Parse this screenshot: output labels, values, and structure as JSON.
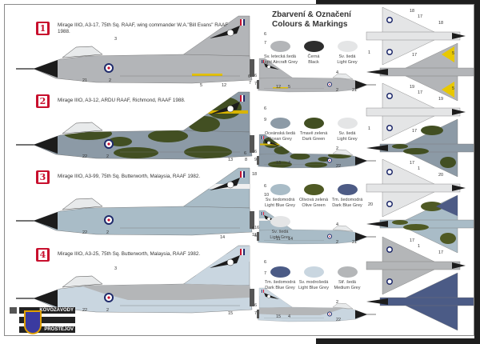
{
  "heading": {
    "line1": "Zbarvení & Označení",
    "line2": "Colours & Markings"
  },
  "logo": {
    "top": "KOVOZÁVODY",
    "bottom": "PROSTĚJOV"
  },
  "schemes": [
    {
      "number": "1",
      "caption": "Mirage IIIO, A3-17, 75th Sq. RAAF, wing commander W.A.\"Bill Evans\" RAAF 1988.",
      "serial": "A3-17",
      "colors": [
        {
          "cz": "Sv. letecká šedá",
          "en": "Light Aircraft Grey",
          "hex": "#b3b5b8"
        },
        {
          "cz": "Černá",
          "en": "Black",
          "hex": "#2e2e2e"
        },
        {
          "cz": "Sv. šedá",
          "en": "Light Grey",
          "hex": "#e4e5e6"
        }
      ],
      "callouts": [
        "3",
        "21",
        "2",
        "5",
        "12",
        "6",
        "7",
        "6",
        "7"
      ],
      "small_callouts": [
        "6",
        "7",
        "12",
        "5",
        "4",
        "2",
        "21"
      ],
      "top_callouts": [
        "18",
        "17",
        "18",
        "1",
        "17",
        "5",
        "5"
      ]
    },
    {
      "number": "2",
      "caption": "Mirage IIIO, A3-12, ARDU RAAF, Richmond, RAAF 1988.",
      "serial": "A3-12",
      "colors": [
        {
          "cz": "Oceánská šedá",
          "en": "Ocean Grey",
          "hex": "#8c9aa6"
        },
        {
          "cz": "Tmavě zelená",
          "en": "Dark Green",
          "hex": "#424f22"
        },
        {
          "cz": "Sv. šedá",
          "en": "Light Grey",
          "hex": "#e4e5e6"
        }
      ],
      "callouts": [
        "22",
        "2",
        "13",
        "6",
        "8",
        "6",
        "9"
      ],
      "small_callouts": [
        "6",
        "9",
        "13",
        "4",
        "2",
        "22"
      ],
      "top_callouts": [
        "19",
        "17",
        "19",
        "1",
        "17"
      ]
    },
    {
      "number": "3",
      "caption": "Mirage IIIO, A3-99, 75th Sq. Butterworth, Malaysia, RAAF 1982.",
      "serial": "A3-99",
      "colors": [
        {
          "cz": "Sv. šedomodrá",
          "en": "Light Blue Grey",
          "hex": "#a9bcc7"
        },
        {
          "cz": "Olivová zelená",
          "en": "Olive Green",
          "hex": "#4f5a24"
        },
        {
          "cz": "Tm. šedomodrá",
          "en": "Dark Blue Grey",
          "hex": "#4d5b85"
        },
        {
          "cz": "Sv. šedá",
          "en": "Light Grey",
          "hex": "#e4e5e6"
        }
      ],
      "callouts": [
        "22",
        "2",
        "14",
        "6",
        "11",
        "18",
        "6",
        "10"
      ],
      "small_callouts": [
        "16",
        "6",
        "11",
        "14",
        "4",
        "2",
        "21"
      ],
      "top_callouts": [
        "17",
        "1",
        "20",
        "20"
      ]
    },
    {
      "number": "4",
      "caption": "Mirage IIIO, A3-25, 75th Sq. Butterworth, Malaysia,  RAAF 1982.",
      "serial": "A3-25",
      "colors": [
        {
          "cz": "Tm. šedomodrá",
          "en": "Dark Blue Grey",
          "hex": "#4b5b86"
        },
        {
          "cz": "Sv. modrošedá",
          "en": "Light Blue Grey",
          "hex": "#c9d6e0"
        },
        {
          "cz": "Stř. šedá",
          "en": "Medium Grey",
          "hex": "#b4b6b8"
        }
      ],
      "callouts": [
        "3",
        "22",
        "2",
        "15",
        "6",
        "7"
      ],
      "small_callouts": [
        "6",
        "7",
        "15",
        "4",
        "2",
        "22"
      ],
      "top_callouts": [
        "17",
        "1",
        "17"
      ]
    }
  ]
}
